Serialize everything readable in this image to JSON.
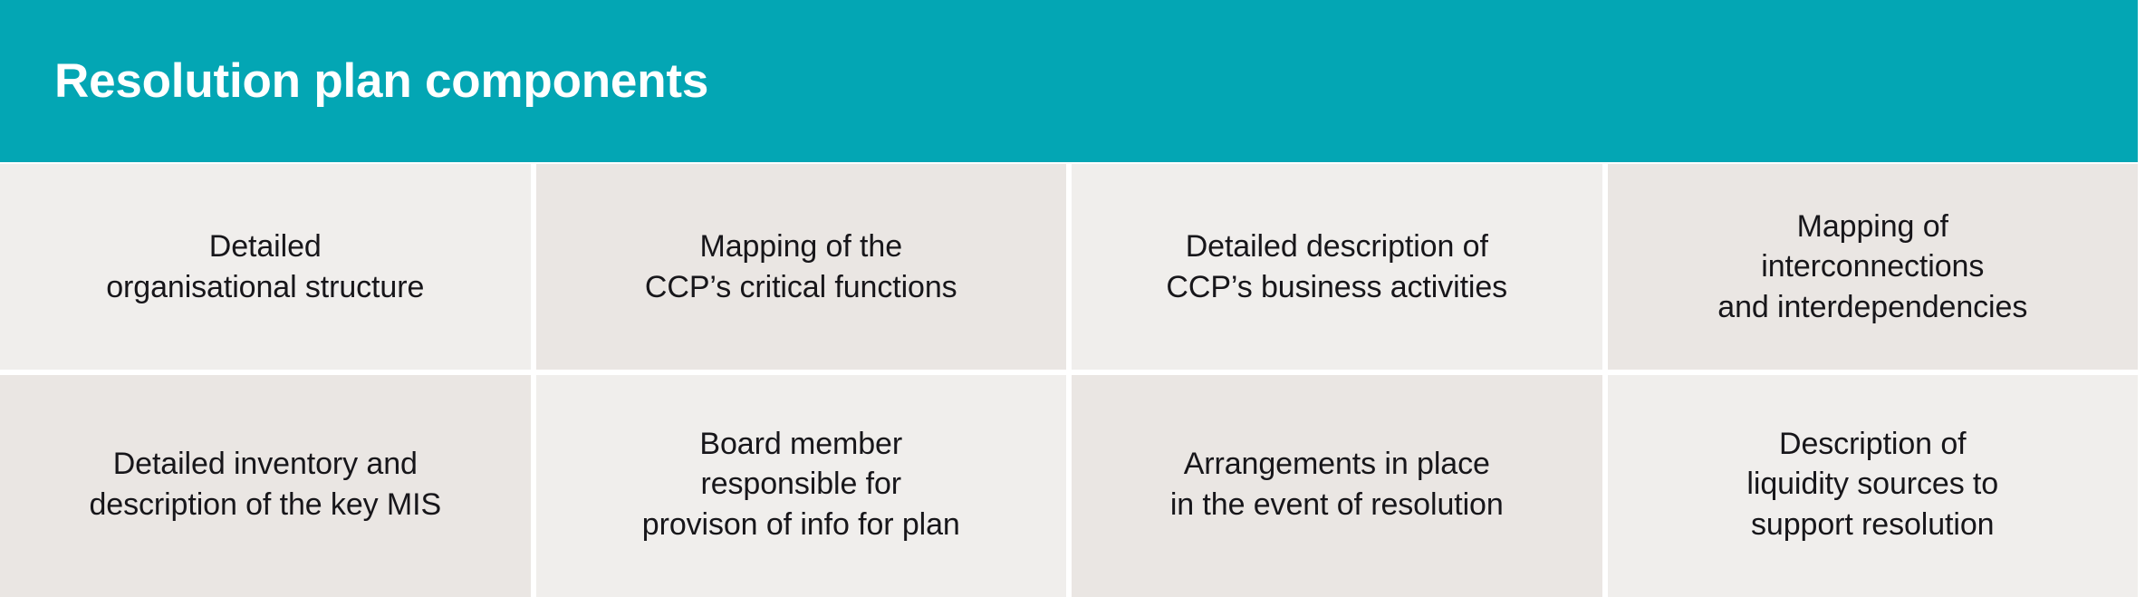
{
  "header": {
    "title": "Resolution plan components",
    "background_color": "#03A6B4",
    "text_color": "#FFFFFF"
  },
  "palette": {
    "teal": "#03A6B4",
    "cell_light": "#F0EEEC",
    "cell_warm": "#EAE6E3",
    "cell_text": "#17161A",
    "gutter": "#FFFFFF"
  },
  "grid": {
    "columns": 4,
    "rows": 2,
    "rows_data": [
      {
        "cells": [
          {
            "text": "Detailed\norganisational structure",
            "tint": "light"
          },
          {
            "text": "Mapping of the\nCCP’s critical functions",
            "tint": "warm"
          },
          {
            "text": "Detailed description of\nCCP’s business activities",
            "tint": "light"
          },
          {
            "text": "Mapping of\ninterconnections\nand interdependencies",
            "tint": "warm"
          }
        ]
      },
      {
        "cells": [
          {
            "text": "Detailed inventory and\ndescription of the key MIS",
            "tint": "warm"
          },
          {
            "text": "Board member\nresponsible for\nprovison of info for plan",
            "tint": "light"
          },
          {
            "text": "Arrangements in place\nin the event of resolution",
            "tint": "warm"
          },
          {
            "text": "Description of\nliquidity sources to\nsupport resolution",
            "tint": "light"
          }
        ]
      }
    ]
  }
}
